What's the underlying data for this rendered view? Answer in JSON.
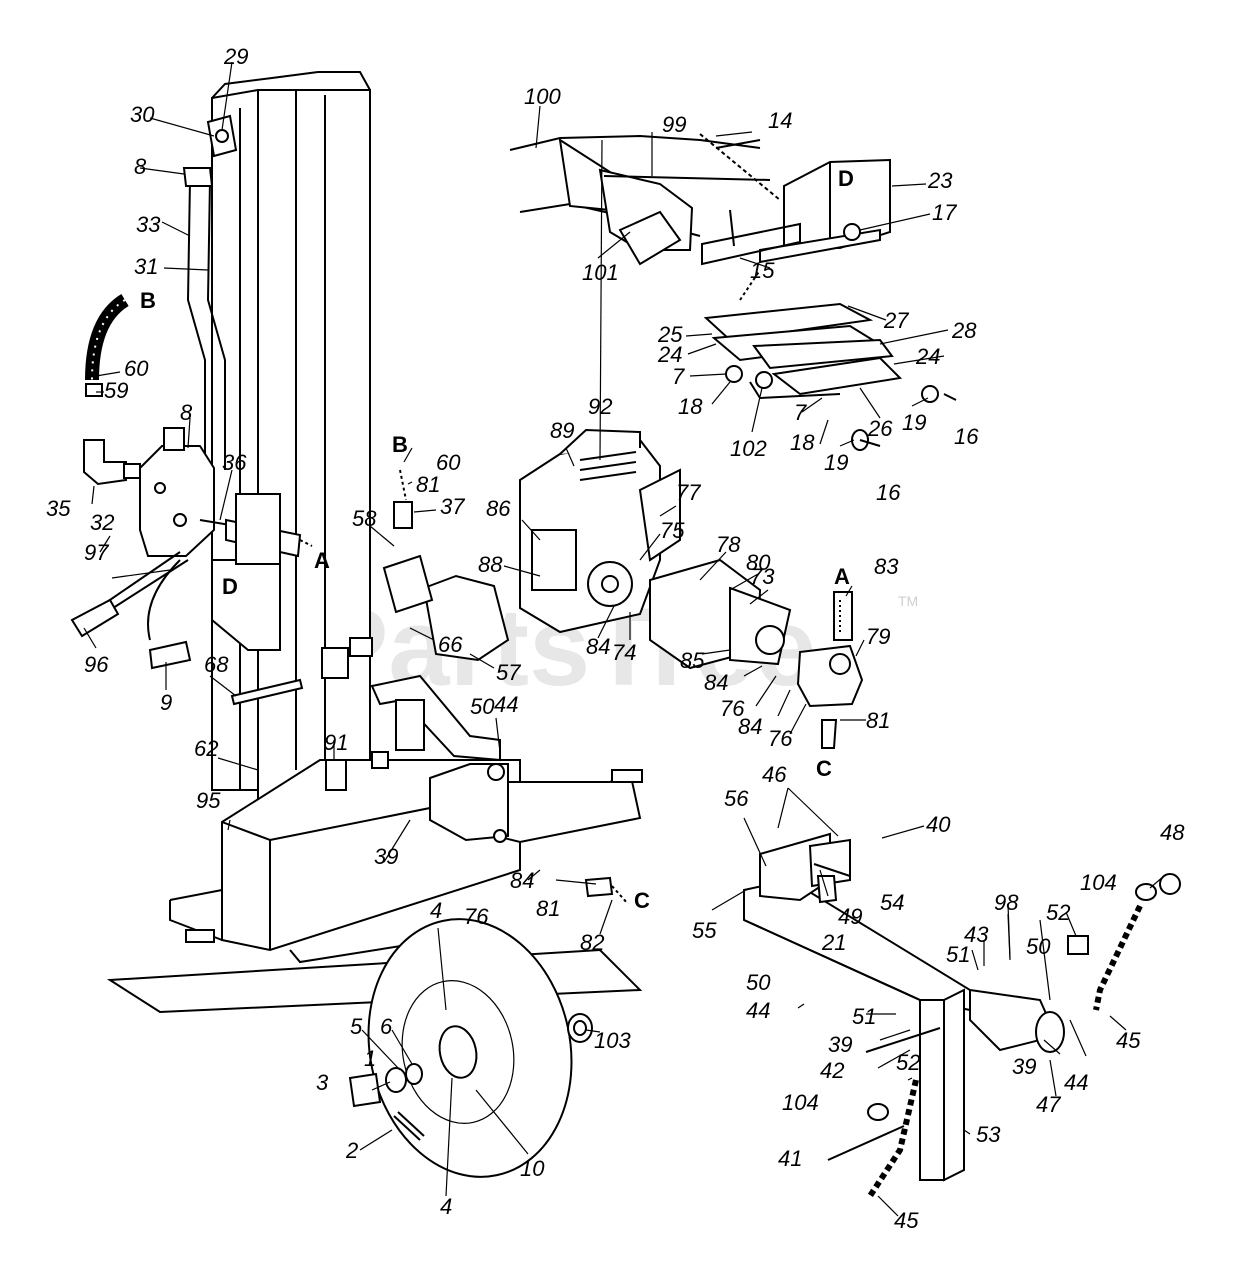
{
  "watermark": {
    "brand": "PartsTree",
    "trademark": "TM"
  },
  "callouts": [
    {
      "t": "29"
    },
    {
      "t": "30"
    },
    {
      "t": "8"
    },
    {
      "t": "33"
    },
    {
      "t": "31"
    },
    {
      "t": "60"
    },
    {
      "t": "59"
    },
    {
      "t": "35"
    },
    {
      "t": "32"
    },
    {
      "t": "8"
    },
    {
      "t": "36"
    },
    {
      "t": "97"
    },
    {
      "t": "96"
    },
    {
      "t": "9"
    },
    {
      "t": "68"
    },
    {
      "t": "62"
    },
    {
      "t": "95"
    },
    {
      "t": "91"
    },
    {
      "t": "39"
    },
    {
      "t": "58"
    },
    {
      "t": "60"
    },
    {
      "t": "81"
    },
    {
      "t": "37"
    },
    {
      "t": "66"
    },
    {
      "t": "57"
    },
    {
      "t": "50"
    },
    {
      "t": "44"
    },
    {
      "t": "100"
    },
    {
      "t": "99"
    },
    {
      "t": "14"
    },
    {
      "t": "23"
    },
    {
      "t": "17"
    },
    {
      "t": "101"
    },
    {
      "t": "15"
    },
    {
      "t": "27"
    },
    {
      "t": "25"
    },
    {
      "t": "28"
    },
    {
      "t": "24"
    },
    {
      "t": "24"
    },
    {
      "t": "7"
    },
    {
      "t": "18"
    },
    {
      "t": "102"
    },
    {
      "t": "7"
    },
    {
      "t": "18"
    },
    {
      "t": "26"
    },
    {
      "t": "19"
    },
    {
      "t": "16"
    },
    {
      "t": "19"
    },
    {
      "t": "16"
    },
    {
      "t": "92"
    },
    {
      "t": "89"
    },
    {
      "t": "77"
    },
    {
      "t": "86"
    },
    {
      "t": "75"
    },
    {
      "t": "78"
    },
    {
      "t": "80"
    },
    {
      "t": "73"
    },
    {
      "t": "88"
    },
    {
      "t": "84"
    },
    {
      "t": "74"
    },
    {
      "t": "85"
    },
    {
      "t": "84"
    },
    {
      "t": "76"
    },
    {
      "t": "84"
    },
    {
      "t": "76"
    },
    {
      "t": "83"
    },
    {
      "t": "79"
    },
    {
      "t": "81"
    },
    {
      "t": "84"
    },
    {
      "t": "81"
    },
    {
      "t": "76"
    },
    {
      "t": "82"
    },
    {
      "t": "4"
    },
    {
      "t": "103"
    },
    {
      "t": "5"
    },
    {
      "t": "6"
    },
    {
      "t": "1"
    },
    {
      "t": "3"
    },
    {
      "t": "2"
    },
    {
      "t": "10"
    },
    {
      "t": "4"
    },
    {
      "t": "56"
    },
    {
      "t": "46"
    },
    {
      "t": "40"
    },
    {
      "t": "55"
    },
    {
      "t": "49"
    },
    {
      "t": "21"
    },
    {
      "t": "54"
    },
    {
      "t": "48"
    },
    {
      "t": "104"
    },
    {
      "t": "98"
    },
    {
      "t": "52"
    },
    {
      "t": "43"
    },
    {
      "t": "51"
    },
    {
      "t": "50"
    },
    {
      "t": "50"
    },
    {
      "t": "44"
    },
    {
      "t": "51"
    },
    {
      "t": "39"
    },
    {
      "t": "42"
    },
    {
      "t": "52"
    },
    {
      "t": "39"
    },
    {
      "t": "44"
    },
    {
      "t": "45"
    },
    {
      "t": "47"
    },
    {
      "t": "104"
    },
    {
      "t": "41"
    },
    {
      "t": "53"
    },
    {
      "t": "45"
    }
  ],
  "connectors": [
    {
      "t": "B"
    },
    {
      "t": "A"
    },
    {
      "t": "D"
    },
    {
      "t": "B"
    },
    {
      "t": "D"
    },
    {
      "t": "A"
    },
    {
      "t": "C"
    },
    {
      "t": "C"
    }
  ]
}
